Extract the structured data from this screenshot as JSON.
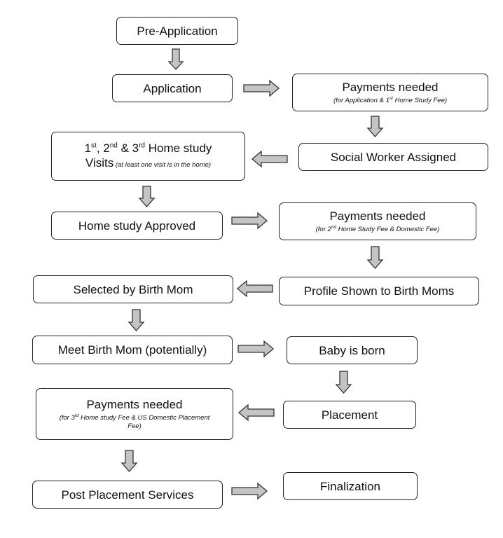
{
  "flow": {
    "pre_application": "Pre-Application",
    "application": "Application",
    "payments1": {
      "title": "Payments needed",
      "note_pre": "(for Application & 1",
      "note_sup": "st",
      "note_post": " Home Study Fee)"
    },
    "social_worker": "Social Worker Assigned",
    "visits": {
      "n1": "1",
      "sup1": "st",
      "sep1": ", 2",
      "sup2": "nd",
      "sep2": " & 3",
      "sup3": "rd",
      "tail": " Home study",
      "line2": "Visits",
      "note": " (at least one visit is in the home)"
    },
    "home_study_approved": "Home study Approved",
    "payments2": {
      "title": "Payments needed",
      "note_pre": "(for 2",
      "note_sup": "nd",
      "note_post": " Home Study Fee & Domestic Fee)"
    },
    "profile_shown": "Profile Shown to Birth Moms",
    "selected": "Selected by Birth Mom",
    "meet": "Meet Birth Mom (potentially)",
    "baby_born": "Baby is born",
    "placement": "Placement",
    "payments3": {
      "title": "Payments needed",
      "note_pre": "(for 3",
      "note_sup": "rd",
      "note_post": " Home study Fee & US Domestic Placement Fee)"
    },
    "post_placement": "Post Placement Services",
    "finalization": "Finalization"
  }
}
